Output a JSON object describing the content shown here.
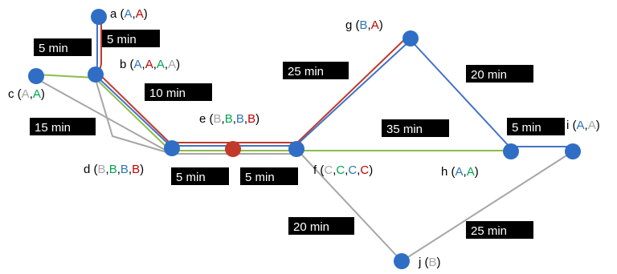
{
  "colors": {
    "blue": "#4372c4",
    "red": "#c0392b",
    "green": "#8bbd4a",
    "gray": "#a6a6a6",
    "node": "#2f6ec4",
    "node_red": "#c0392b",
    "text_blue": "#2e75b6",
    "text_red": "#c00000",
    "text_green": "#00a651",
    "text_gray": "#a6a6a6"
  },
  "nodes": [
    {
      "id": "a",
      "name": "a",
      "fill": "node",
      "label": [
        {
          "t": "a (",
          "c": "black"
        },
        {
          "t": "A",
          "c": "blue"
        },
        {
          "t": ",",
          "c": "black"
        },
        {
          "t": "A",
          "c": "red"
        },
        {
          "t": ")",
          "c": "black"
        }
      ]
    },
    {
      "id": "b",
      "name": "b",
      "fill": "node",
      "label": [
        {
          "t": "b (",
          "c": "black"
        },
        {
          "t": "A",
          "c": "blue"
        },
        {
          "t": ",",
          "c": "black"
        },
        {
          "t": "A",
          "c": "red"
        },
        {
          "t": ",",
          "c": "black"
        },
        {
          "t": "A",
          "c": "green"
        },
        {
          "t": ",",
          "c": "black"
        },
        {
          "t": "A",
          "c": "gray"
        },
        {
          "t": ")",
          "c": "black"
        }
      ]
    },
    {
      "id": "c",
      "name": "c",
      "fill": "node",
      "label": [
        {
          "t": "c (",
          "c": "black"
        },
        {
          "t": "A",
          "c": "gray"
        },
        {
          "t": ",",
          "c": "black"
        },
        {
          "t": "A",
          "c": "green"
        },
        {
          "t": ")",
          "c": "black"
        }
      ]
    },
    {
      "id": "d",
      "name": "d",
      "fill": "node",
      "label": [
        {
          "t": "d (",
          "c": "black"
        },
        {
          "t": "B",
          "c": "gray"
        },
        {
          "t": ",",
          "c": "black"
        },
        {
          "t": "B",
          "c": "green"
        },
        {
          "t": ",",
          "c": "black"
        },
        {
          "t": "B",
          "c": "blue"
        },
        {
          "t": ",",
          "c": "black"
        },
        {
          "t": "B",
          "c": "red"
        },
        {
          "t": ")",
          "c": "black"
        }
      ]
    },
    {
      "id": "e",
      "name": "e",
      "fill": "node_red",
      "label": [
        {
          "t": "e (",
          "c": "black"
        },
        {
          "t": "B",
          "c": "gray"
        },
        {
          "t": ",",
          "c": "black"
        },
        {
          "t": "B",
          "c": "green"
        },
        {
          "t": ",",
          "c": "black"
        },
        {
          "t": "B",
          "c": "blue"
        },
        {
          "t": ",",
          "c": "black"
        },
        {
          "t": "B",
          "c": "red"
        },
        {
          "t": ")",
          "c": "black"
        }
      ]
    },
    {
      "id": "f",
      "name": "f",
      "fill": "node",
      "label": [
        {
          "t": "f (",
          "c": "black"
        },
        {
          "t": "C",
          "c": "gray"
        },
        {
          "t": ",",
          "c": "black"
        },
        {
          "t": "C",
          "c": "green"
        },
        {
          "t": ",",
          "c": "black"
        },
        {
          "t": "C",
          "c": "blue"
        },
        {
          "t": ",",
          "c": "black"
        },
        {
          "t": "C",
          "c": "red"
        },
        {
          "t": ")",
          "c": "black"
        }
      ]
    },
    {
      "id": "g",
      "name": "g",
      "fill": "node",
      "label": [
        {
          "t": "g (",
          "c": "black"
        },
        {
          "t": "B",
          "c": "blue"
        },
        {
          "t": ",",
          "c": "black"
        },
        {
          "t": "A",
          "c": "red"
        },
        {
          "t": ")",
          "c": "black"
        }
      ]
    },
    {
      "id": "h",
      "name": "h",
      "fill": "node",
      "label": [
        {
          "t": "h (",
          "c": "black"
        },
        {
          "t": "A",
          "c": "blue"
        },
        {
          "t": ",",
          "c": "black"
        },
        {
          "t": "A",
          "c": "green"
        },
        {
          "t": ")",
          "c": "black"
        }
      ]
    },
    {
      "id": "i",
      "name": "i",
      "fill": "node",
      "label": [
        {
          "t": "i (",
          "c": "black"
        },
        {
          "t": "A",
          "c": "blue"
        },
        {
          "t": ",",
          "c": "black"
        },
        {
          "t": "A",
          "c": "gray"
        },
        {
          "t": ")",
          "c": "black"
        }
      ]
    },
    {
      "id": "j",
      "name": "j",
      "fill": "node",
      "label": [
        {
          "t": "j (",
          "c": "black"
        },
        {
          "t": "B",
          "c": "gray"
        },
        {
          "t": ")",
          "c": "black"
        }
      ]
    }
  ],
  "edge_labels": [
    {
      "id": "ab",
      "text": "5 min"
    },
    {
      "id": "cb",
      "text": "5 min"
    },
    {
      "id": "bd",
      "text": "10 min"
    },
    {
      "id": "cd",
      "text": "15 min"
    },
    {
      "id": "de",
      "text": "5 min"
    },
    {
      "id": "ef",
      "text": "5 min"
    },
    {
      "id": "fg",
      "text": "25 min"
    },
    {
      "id": "gh",
      "text": "20 min"
    },
    {
      "id": "fh",
      "text": "35 min"
    },
    {
      "id": "hi",
      "text": "5 min"
    },
    {
      "id": "fj",
      "text": "20 min"
    },
    {
      "id": "ji",
      "text": "25 min"
    }
  ]
}
